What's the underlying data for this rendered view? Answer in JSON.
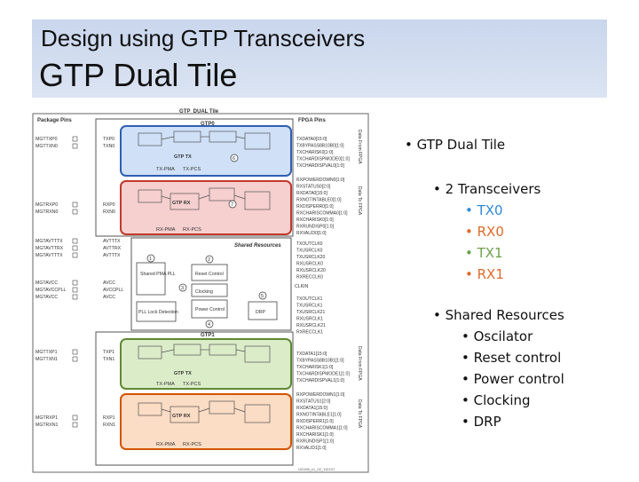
{
  "slide": {
    "subtitle": "Design using GTP Transceivers",
    "title": "GTP Dual Tile"
  },
  "bullets": [
    "• GTP Dual Tile",
    "• 2 Transceivers",
    "• TX0",
    "• RX0",
    "• TX1",
    "• RX1",
    "• Shared Resources",
    "• Oscilator",
    "• Reset control",
    "• Power control",
    "• Clocking",
    "• DRP"
  ],
  "colors": {
    "tx0": "#2e8ad8",
    "rx0": "#e06a2a",
    "tx1": "#6ba24a",
    "rx1": "#e06a2a",
    "tx0_fill": "#cfe0f7",
    "rx0_fill": "#f6cfcf",
    "tx1_fill": "#dbecc9",
    "rx1_fill": "#fbdcc4",
    "title_band": "#cfdbef"
  },
  "diagram": {
    "header": "GTP_DUAL Tile",
    "package_pins_label": "Package Pins",
    "fpga_pins_label": "FPGA Pins",
    "gtp0_label": "GTP0",
    "gtp1_label": "GTP1",
    "shared_label": "Shared Resources",
    "pma_label": "TX-PMA",
    "pcs_label": "TX-PCS",
    "rx_pma_label": "RX-PMA",
    "rx_pcs_label": "RX-PCS",
    "gtp_tx_label": "GTP TX",
    "gtp_rx_label": "GTP RX",
    "data_from_fpga": "Data From FPGA",
    "data_to_fpga": "Data To FPGA",
    "left_pins_tx0": [
      "MGTTXP0",
      "MGTTXN0"
    ],
    "left_pins_rx0": [
      "MGTRXP0",
      "MGTRXN0"
    ],
    "left_pins_pwr": [
      "MGTAVTTTX",
      "MGTAVTTRX",
      "MGTAVTTTX"
    ],
    "left_pins_vcc": [
      "MGTAVCC",
      "MGTAVCCPLL",
      "MGTAVCC"
    ],
    "left_pins_tx1": [
      "MGTTXP1",
      "MGTTXN1"
    ],
    "left_pins_rx1": [
      "MGTRXP1",
      "MGTRXN1"
    ],
    "inner_pins_tx0": [
      "TXP0",
      "TXN0"
    ],
    "inner_pins_rx0": [
      "RXP0",
      "RXN0"
    ],
    "inner_pins_pwr": [
      "AVTTTX",
      "AVTTRX",
      "AVTTTX"
    ],
    "inner_pins_vcc": [
      "AVCC",
      "AVCCPLL",
      "AVCC"
    ],
    "inner_pins_tx1": [
      "TXP1",
      "TXN1"
    ],
    "inner_pins_rx1": [
      "RXP1",
      "RXN1"
    ],
    "right_sigs_tx0": [
      "TXDATA0[15:0]",
      "TXBYPASS8B10B0[1:0]",
      "TXCHARISK0[1:0]",
      "TXCHARDISPMODE0[1:0]",
      "TXCHARDISPVAL0[1:0]"
    ],
    "right_sigs_rx0": [
      "RXPOWERDOWN0[1:0]",
      "RXSTATUS0[2:0]",
      "RXDATA0[15:0]",
      "RXNOTINTABLE0[1:0]",
      "RXDISPERR0[1:0]",
      "RXCHARISCOMMA0[1:0]",
      "RXCHARISK0[1:0]",
      "RXRUNDISP0[1:0]",
      "RXVALID0[1:0]"
    ],
    "right_sigs_shared": [
      "TXOUTCLK0",
      "TXUSRCLK0",
      "TXUSRCLK20",
      "RXUSRCLK0",
      "RXUSRCLK20",
      "RXRECCLK0"
    ],
    "clkin_label": "CLKIN",
    "right_sigs_shared2": [
      "TXOUTCLK1",
      "TXUSRCLK1",
      "TXUSRCLK21",
      "RXUSRCLK1",
      "RXUSRCLK21",
      "RXRECCLK1"
    ],
    "right_sigs_tx1": [
      "TXDATA1[15:0]",
      "TXBYPASS8B10B1[1:0]",
      "TXCHARISK1[1:0]",
      "TXCHARDISPMODE1[1:0]",
      "TXCHARDISPVAL1[1:0]"
    ],
    "right_sigs_rx1": [
      "RXPOWERDOWN1[1:0]",
      "RXSTATUS1[2:0]",
      "RXDATA1[15:0]",
      "RXNOTINTABLE1[1:0]",
      "RXDISPERR1[1:0]",
      "RXCHARISCOMMA1[1:0]",
      "RXCHARISK1[1:0]",
      "RXRUNDISP1[1:0]",
      "RXVALID1[1:0]"
    ],
    "shared_blocks": {
      "pll": "Shared PMA PLL",
      "reset": "Reset Control",
      "clocking": "Clocking",
      "pll_lock": "PLL Lock Detection",
      "power": "Power Control",
      "drp": "DRP"
    },
    "numbers": [
      "1",
      "2",
      "3",
      "4",
      "5",
      "6",
      "7"
    ],
    "figure_id": "UG196_c1_02_112107"
  }
}
